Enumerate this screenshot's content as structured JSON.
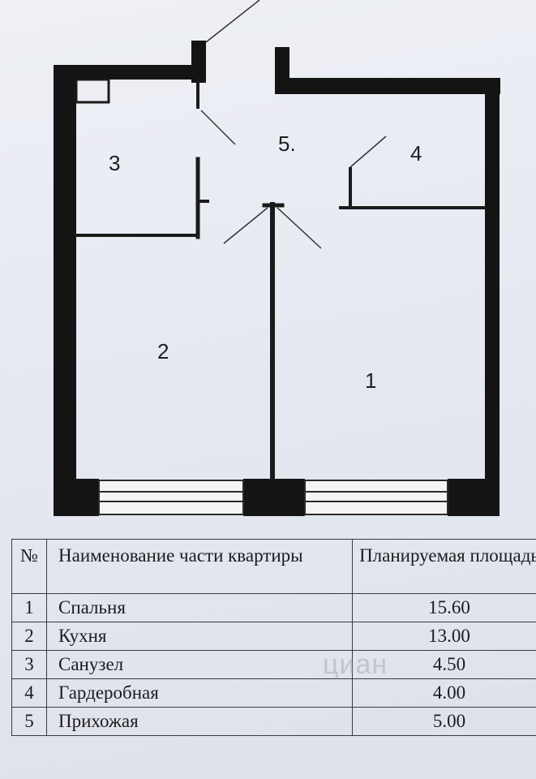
{
  "plan": {
    "rooms": [
      {
        "id": "1",
        "label": "1"
      },
      {
        "id": "2",
        "label": "2"
      },
      {
        "id": "3",
        "label": "3"
      },
      {
        "id": "4",
        "label": "4"
      },
      {
        "id": "5",
        "label": "5."
      }
    ]
  },
  "table": {
    "headers": {
      "num": "№",
      "name": "Наименование части квартиры",
      "area": "Планируемая площадь"
    },
    "rows": [
      {
        "num": "1",
        "name": "Спальня",
        "area": "15.60"
      },
      {
        "num": "2",
        "name": "Кухня",
        "area": "13.00"
      },
      {
        "num": "3",
        "name": "Санузел",
        "area": "4.50"
      },
      {
        "num": "4",
        "name": "Гардеробная",
        "area": "4.00"
      },
      {
        "num": "5",
        "name": "Прихожая",
        "area": "5.00"
      }
    ]
  },
  "watermark": "циан"
}
